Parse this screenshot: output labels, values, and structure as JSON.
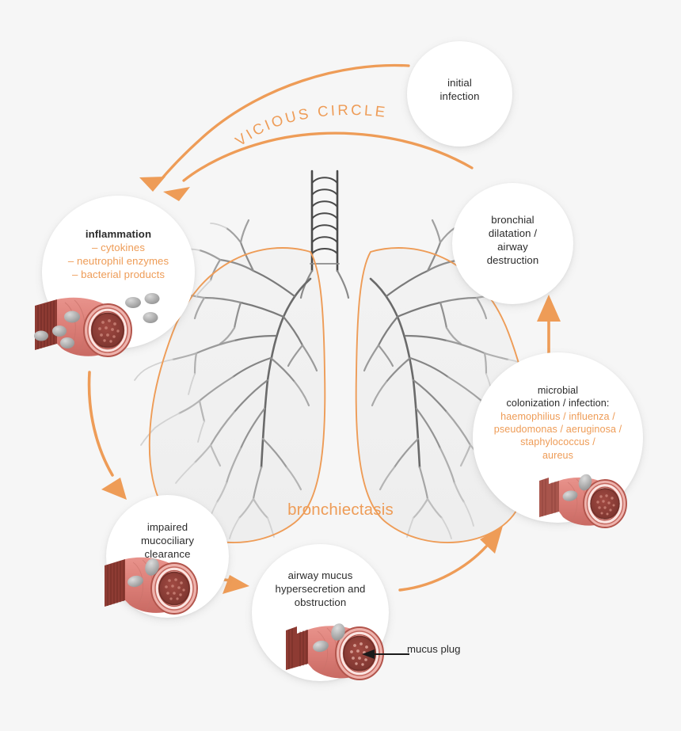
{
  "diagram": {
    "title_curved": "VICIOUS CIRCLE",
    "center_label": "bronchiectasis",
    "callout_label": "mucus plug",
    "accent_color": "#ee9c57",
    "text_color": "#2b2b2b",
    "background_color": "#f6f6f6"
  },
  "nodes": [
    {
      "id": "initial-infection",
      "lines": [
        "initial",
        "infection"
      ],
      "accent_lines": [],
      "has_tube": false
    },
    {
      "id": "bronchial-dilatation",
      "lines": [
        "bronchial",
        "dilatation /",
        "airway",
        "destruction"
      ],
      "accent_lines": [],
      "has_tube": false
    },
    {
      "id": "microbial-colonization",
      "lines": [
        "microbial",
        "colonization / infection:"
      ],
      "accent_lines": [
        "haemophilius / influenza /",
        "pseudomonas / aeruginosa /",
        "staphylococcus /",
        "aureus"
      ],
      "has_tube": true
    },
    {
      "id": "airway-mucus",
      "lines": [
        "airway mucus",
        "hypersecretion and",
        "obstruction"
      ],
      "accent_lines": [],
      "has_tube": true
    },
    {
      "id": "impaired-mucociliary-clearance",
      "lines": [
        "impaired",
        "mucociliary",
        "clearance"
      ],
      "accent_lines": [],
      "has_tube": true
    },
    {
      "id": "inflammation",
      "lines": [
        "inflammation"
      ],
      "accent_lines": [
        "– cytokines",
        "– neutrophil enzymes",
        "– bacterial products"
      ],
      "has_tube": true
    }
  ],
  "arrows": [
    {
      "id": "arrow-initial-to-inflammation-outer",
      "from": "initial-infection",
      "to": "inflammation"
    },
    {
      "id": "arrow-dilatation-to-inflammation-inner",
      "from": "bronchial-dilatation",
      "to": "inflammation"
    },
    {
      "id": "arrow-inflammation-to-clearance",
      "from": "inflammation",
      "to": "impaired-mucociliary-clearance"
    },
    {
      "id": "arrow-clearance-to-mucus",
      "from": "impaired-mucociliary-clearance",
      "to": "airway-mucus"
    },
    {
      "id": "arrow-mucus-to-microbial",
      "from": "airway-mucus",
      "to": "microbial-colonization"
    },
    {
      "id": "arrow-microbial-to-dilatation",
      "from": "microbial-colonization",
      "to": "bronchial-dilatation"
    }
  ]
}
